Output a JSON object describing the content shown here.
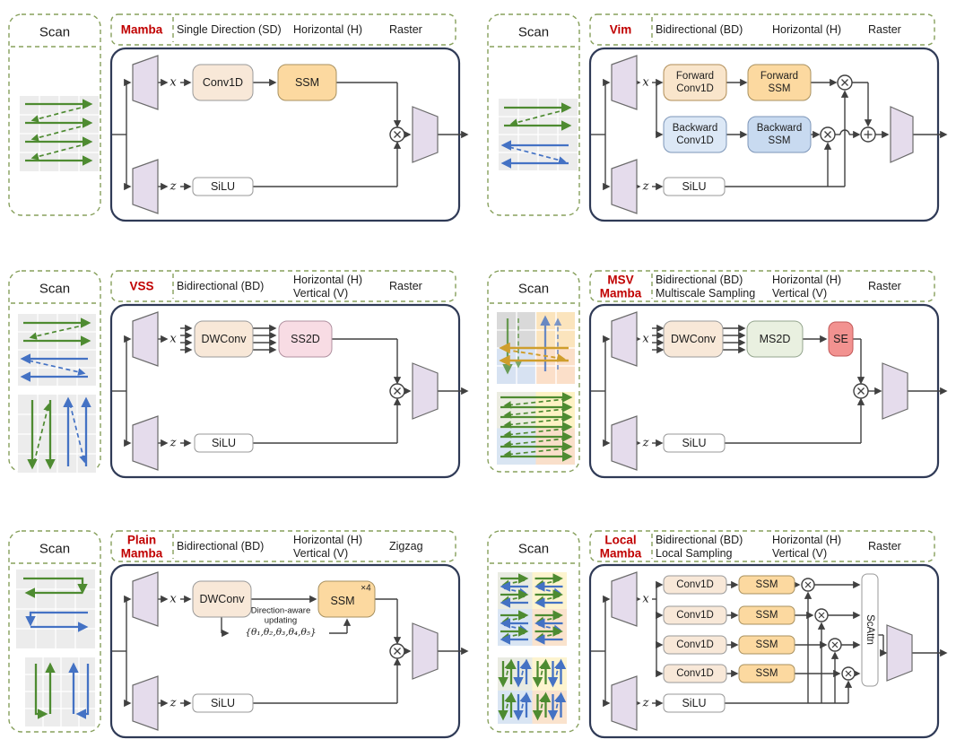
{
  "colors": {
    "panel_dash": "#87a05c",
    "model_name_red": "#c00000",
    "block_border": "#2f3a56",
    "trapezoid_fill": "#e5dcec",
    "conv_fill": "#f8e8d8",
    "ssm_fill": "#fcd9a0",
    "forward_conv_fill": "#f9e5cb",
    "forward_ssm_fill": "#fcd9a0",
    "backward_conv_fill": "#dce8f6",
    "backward_ssm_fill": "#c8daf0",
    "ss2d_fill": "#f8dce4",
    "ms2d_fill": "#e9f0e0",
    "se_fill": "#f29290",
    "scan_green": "#4e8b31",
    "scan_blue": "#4472c4",
    "scan_orange": "#cf9e2c",
    "scan_bg": "#ececec"
  },
  "panels": [
    {
      "key": "mamba",
      "scan_label": "Scan",
      "name_lines": [
        "Mamba"
      ],
      "direction_lines": [
        "Single Direction (SD)"
      ],
      "orientation_lines": [
        "Horizontal (H)"
      ],
      "pattern": "Raster",
      "x_label": "x",
      "z_label": "z",
      "conv": "Conv1D",
      "ssm": "SSM",
      "silu": "SiLU"
    },
    {
      "key": "vim",
      "scan_label": "Scan",
      "name_lines": [
        "Vim"
      ],
      "direction_lines": [
        "Bidirectional (BD)"
      ],
      "orientation_lines": [
        "Horizontal (H)"
      ],
      "pattern": "Raster",
      "x_label": "x",
      "z_label": "z",
      "fwd_conv_lines": [
        "Forward",
        "Conv1D"
      ],
      "fwd_ssm_lines": [
        "Forward",
        "SSM"
      ],
      "bwd_conv_lines": [
        "Backward",
        "Conv1D"
      ],
      "bwd_ssm_lines": [
        "Backward",
        "SSM"
      ],
      "silu": "SiLU"
    },
    {
      "key": "vss",
      "scan_label": "Scan",
      "name_lines": [
        "VSS"
      ],
      "direction_lines": [
        "Bidirectional (BD)"
      ],
      "orientation_lines": [
        "Horizontal (H)",
        "Vertical (V)"
      ],
      "pattern": "Raster",
      "x_label": "x",
      "z_label": "z",
      "dwconv": "DWConv",
      "ss2d": "SS2D",
      "silu": "SiLU"
    },
    {
      "key": "msv-mamba",
      "scan_label": "Scan",
      "name_lines": [
        "MSV",
        "Mamba"
      ],
      "direction_lines": [
        "Bidirectional (BD)",
        "Multiscale Sampling"
      ],
      "orientation_lines": [
        "Horizontal (H)",
        "Vertical (V)"
      ],
      "pattern": "Raster",
      "x_label": "x",
      "z_label": "z",
      "dwconv": "DWConv",
      "ms2d": "MS2D",
      "se": "SE",
      "silu": "SiLU"
    },
    {
      "key": "plain-mamba",
      "scan_label": "Scan",
      "name_lines": [
        "Plain",
        "Mamba"
      ],
      "direction_lines": [
        "Bidirectional (BD)"
      ],
      "orientation_lines": [
        "Horizontal (H)",
        "Vertical (V)"
      ],
      "pattern": "Zigzag",
      "x_label": "x",
      "z_label": "z",
      "dwconv": "DWConv",
      "ssm": "SSM",
      "ssm_multiplier": "×4",
      "dir_aware_lines": [
        "Direction-aware",
        "updating"
      ],
      "theta_set": "{θ₁,θ₂,θ₃,θ₄,θ₅}",
      "silu": "SiLU"
    },
    {
      "key": "local-mamba",
      "scan_label": "Scan",
      "name_lines": [
        "Local",
        "Mamba"
      ],
      "direction_lines": [
        "Bidirectional (BD)",
        "Local Sampling"
      ],
      "orientation_lines": [
        "Horizontal (H)",
        "Vertical (V)"
      ],
      "pattern": "Raster",
      "x_label": "x",
      "z_label": "z",
      "conv": "Conv1D",
      "ssm": "SSM",
      "scattn": "ScAttn",
      "silu": "SiLU"
    }
  ]
}
